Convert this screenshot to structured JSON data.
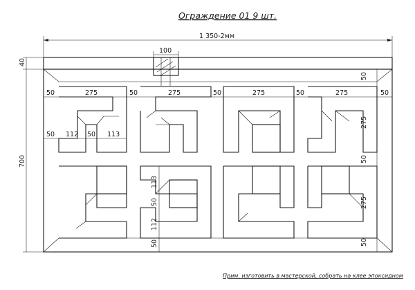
{
  "title": "Ограждение 01 9 шт.",
  "note": "Прим. изготовить в мастерской, собрать на клее эпоксидном",
  "dims": {
    "overall_width": "1 350-2мм",
    "post_width": "100",
    "top_rail": "40",
    "overall_height": "700",
    "seg_50": "50",
    "seg_275": "275",
    "seg_112": "112",
    "seg_113": "113"
  }
}
